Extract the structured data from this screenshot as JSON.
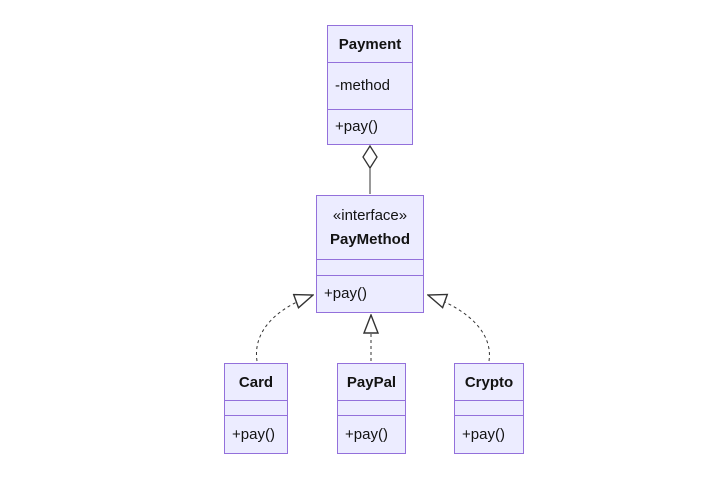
{
  "diagram": {
    "kind": "uml-class-diagram",
    "colors": {
      "background": "#ffffff",
      "box_fill": "#ECECFF",
      "box_border": "#9370DB",
      "edge": "#333333",
      "text": "#131313"
    },
    "classes": [
      {
        "id": "payment",
        "name": "Payment",
        "stereotype": "",
        "attributes": [
          "-method"
        ],
        "methods": [
          "+pay()"
        ]
      },
      {
        "id": "paymethod",
        "name": "PayMethod",
        "stereotype": "«interface»",
        "attributes": [],
        "methods": [
          "+pay()"
        ]
      },
      {
        "id": "card",
        "name": "Card",
        "stereotype": "",
        "attributes": [],
        "methods": [
          "+pay()"
        ]
      },
      {
        "id": "paypal",
        "name": "PayPal",
        "stereotype": "",
        "attributes": [],
        "methods": [
          "+pay()"
        ]
      },
      {
        "id": "crypto",
        "name": "Crypto",
        "stereotype": "",
        "attributes": [],
        "methods": [
          "+pay()"
        ]
      }
    ],
    "relationships": [
      {
        "from": "Payment",
        "to": "PayMethod",
        "type": "aggregation",
        "line": "solid",
        "marker": "hollow-diamond-at-Payment"
      },
      {
        "from": "Card",
        "to": "PayMethod",
        "type": "realization",
        "line": "dashed",
        "marker": "hollow-triangle-at-PayMethod"
      },
      {
        "from": "PayPal",
        "to": "PayMethod",
        "type": "realization",
        "line": "dashed",
        "marker": "hollow-triangle-at-PayMethod"
      },
      {
        "from": "Crypto",
        "to": "PayMethod",
        "type": "realization",
        "line": "dashed",
        "marker": "hollow-triangle-at-PayMethod"
      }
    ]
  }
}
